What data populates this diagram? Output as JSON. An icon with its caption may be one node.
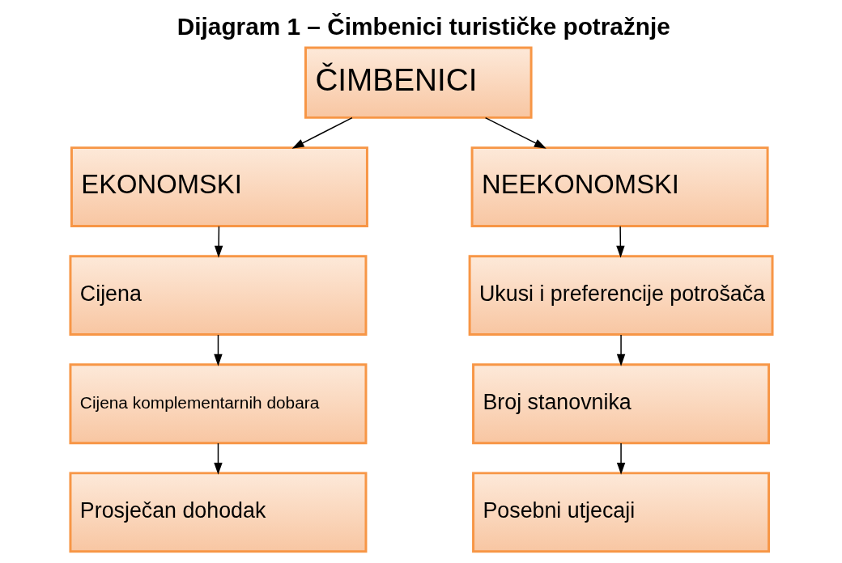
{
  "diagram": {
    "title": "Dijagram 1 – Čimbenici turističke potražnje",
    "nodes": [
      {
        "text": [
          "ČIMBENICI"
        ]
      },
      {
        "text": [
          "EKONOMSKI"
        ]
      },
      {
        "text": [
          "NEEKONOMSKI"
        ]
      },
      {
        "text": [
          "Cijena"
        ]
      },
      {
        "text": [
          "Ukusi i preferencije potrošača"
        ]
      },
      {
        "text": [
          "Cijena komplementarnih dobara"
        ]
      },
      {
        "text": [
          "Broj stanovnika"
        ]
      },
      {
        "text": [
          "Prosječan dohodak"
        ]
      },
      {
        "text": [
          "Posebni utjecaji"
        ]
      }
    ],
    "edges": [
      {
        "from": 0,
        "to": 1,
        "arrow": "to"
      },
      {
        "from": 0,
        "to": 2,
        "arrow": "to"
      },
      {
        "from": 1,
        "to": 3,
        "arrow": "to"
      },
      {
        "from": 3,
        "to": 5,
        "arrow": "to"
      },
      {
        "from": 5,
        "to": 7,
        "arrow": "to"
      },
      {
        "from": 2,
        "to": 4,
        "arrow": "to"
      },
      {
        "from": 4,
        "to": 6,
        "arrow": "to"
      },
      {
        "from": 6,
        "to": 8,
        "arrow": "to"
      }
    ]
  }
}
